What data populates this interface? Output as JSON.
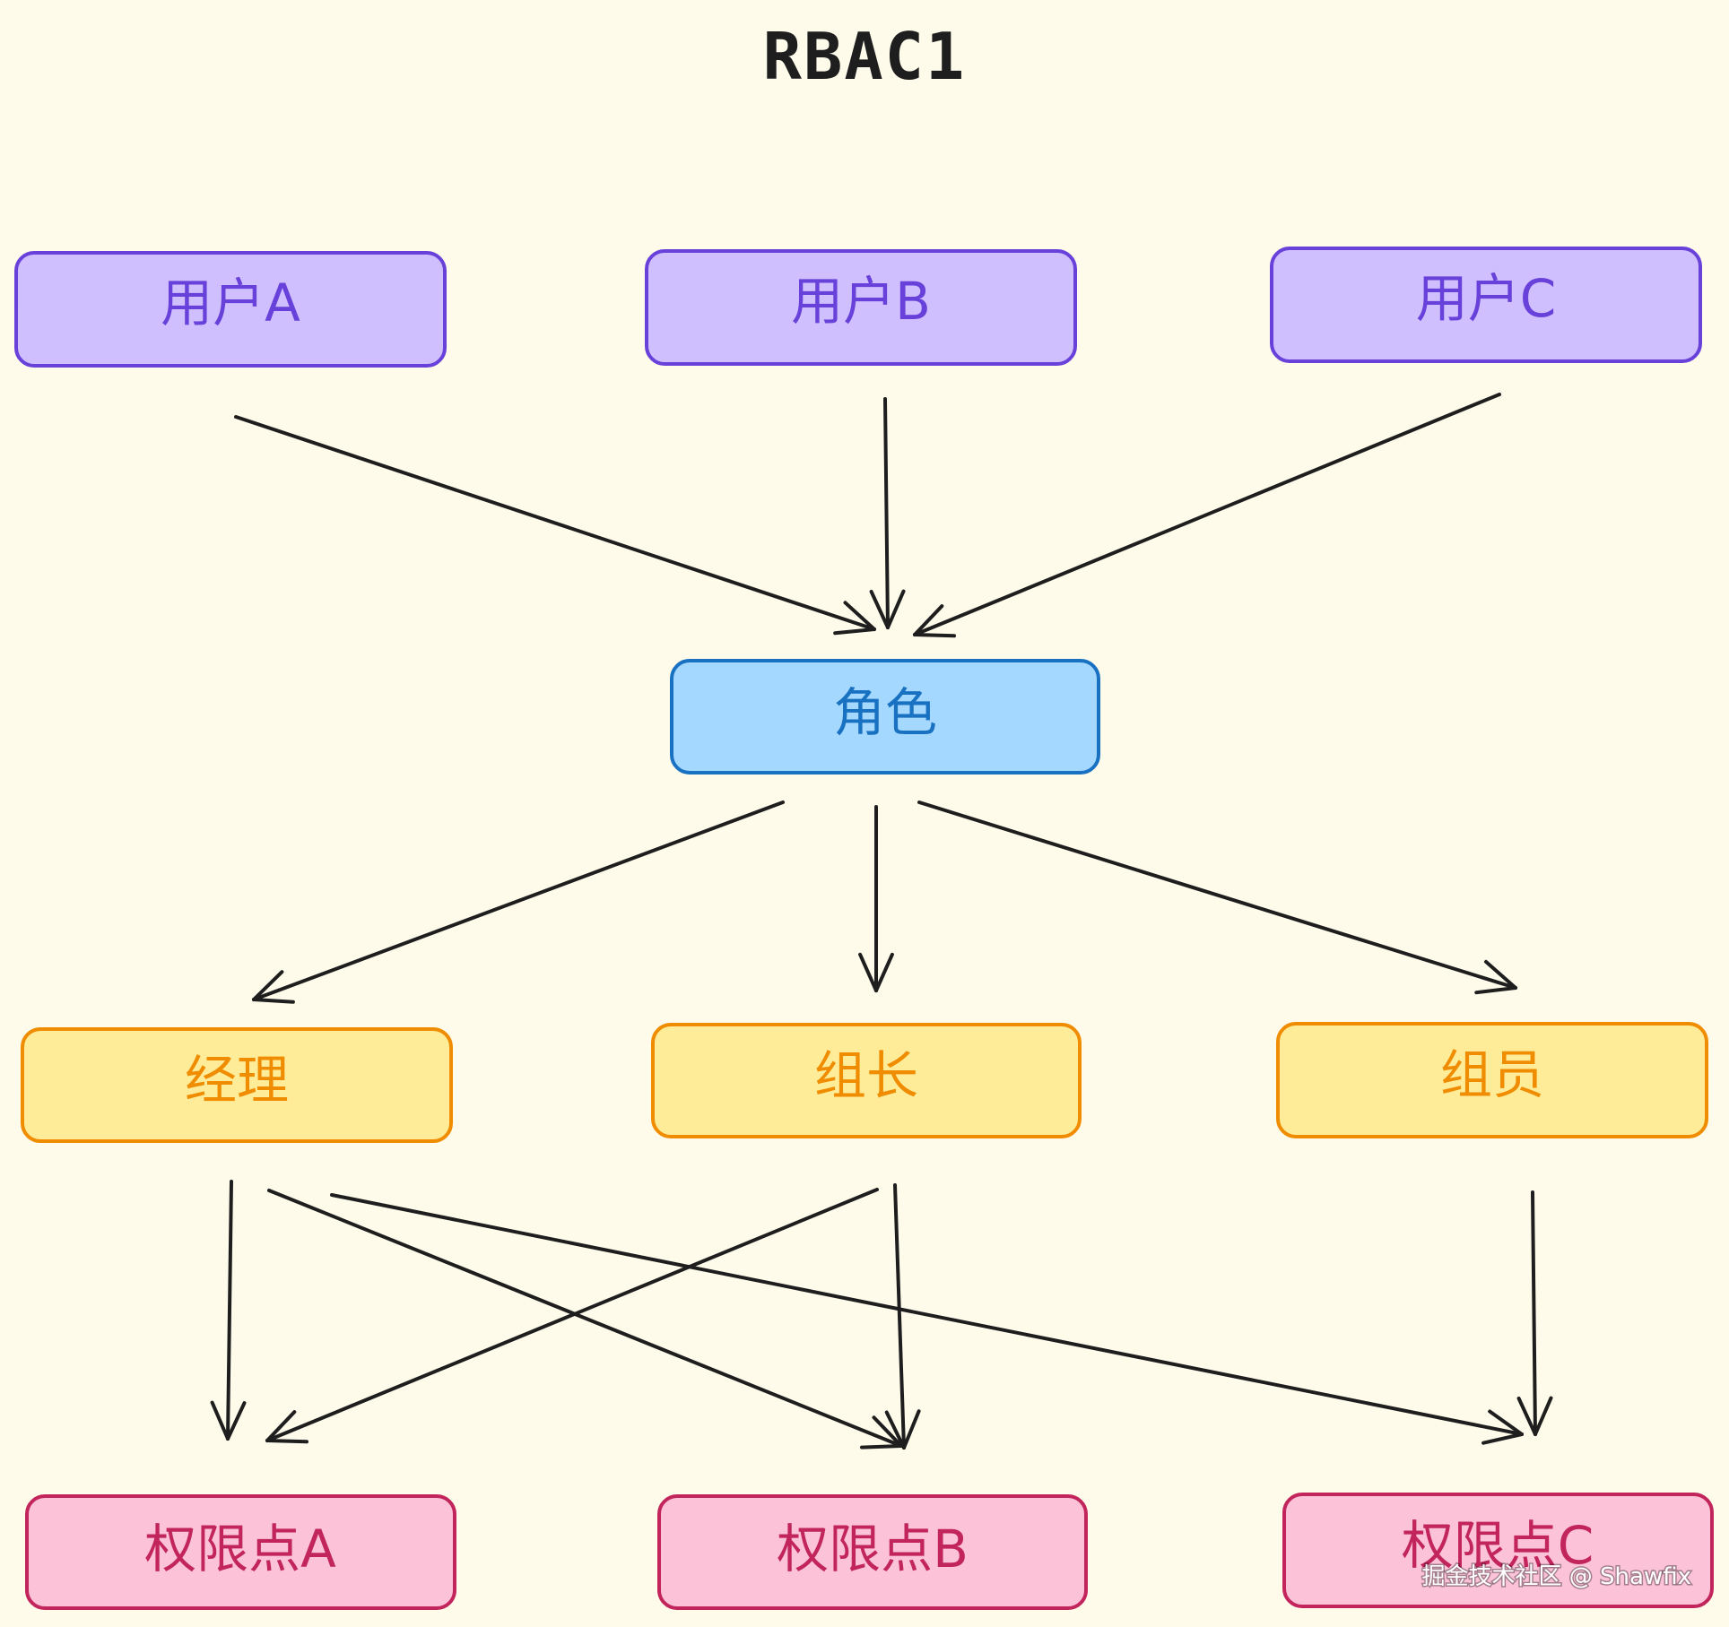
{
  "title": "RBAC1",
  "colors": {
    "user_fill": "#d0bfff",
    "user_stroke": "#6741d9",
    "role_fill": "#a5d8ff",
    "role_stroke": "#1971c2",
    "position_fill": "#ffec99",
    "position_stroke": "#f08c00",
    "permission_fill": "#fcc2d7",
    "permission_stroke": "#c2255c",
    "arrow": "#1e1e1e"
  },
  "users": [
    {
      "label": "用户A"
    },
    {
      "label": "用户B"
    },
    {
      "label": "用户C"
    }
  ],
  "role": {
    "label": "角色"
  },
  "positions": [
    {
      "label": "经理"
    },
    {
      "label": "组长"
    },
    {
      "label": "组员"
    }
  ],
  "permissions": [
    {
      "label": "权限点A"
    },
    {
      "label": "权限点B"
    },
    {
      "label": "权限点C"
    }
  ],
  "edges": [
    {
      "from": "用户A",
      "to": "角色"
    },
    {
      "from": "用户B",
      "to": "角色"
    },
    {
      "from": "用户C",
      "to": "角色"
    },
    {
      "from": "角色",
      "to": "经理"
    },
    {
      "from": "角色",
      "to": "组长"
    },
    {
      "from": "角色",
      "to": "组员"
    },
    {
      "from": "经理",
      "to": "权限点A"
    },
    {
      "from": "经理",
      "to": "权限点B"
    },
    {
      "from": "经理",
      "to": "权限点C"
    },
    {
      "from": "组长",
      "to": "权限点A"
    },
    {
      "from": "组长",
      "to": "权限点B"
    },
    {
      "from": "组员",
      "to": "权限点C"
    }
  ],
  "watermark": "掘金技术社区 @ Shawfix"
}
